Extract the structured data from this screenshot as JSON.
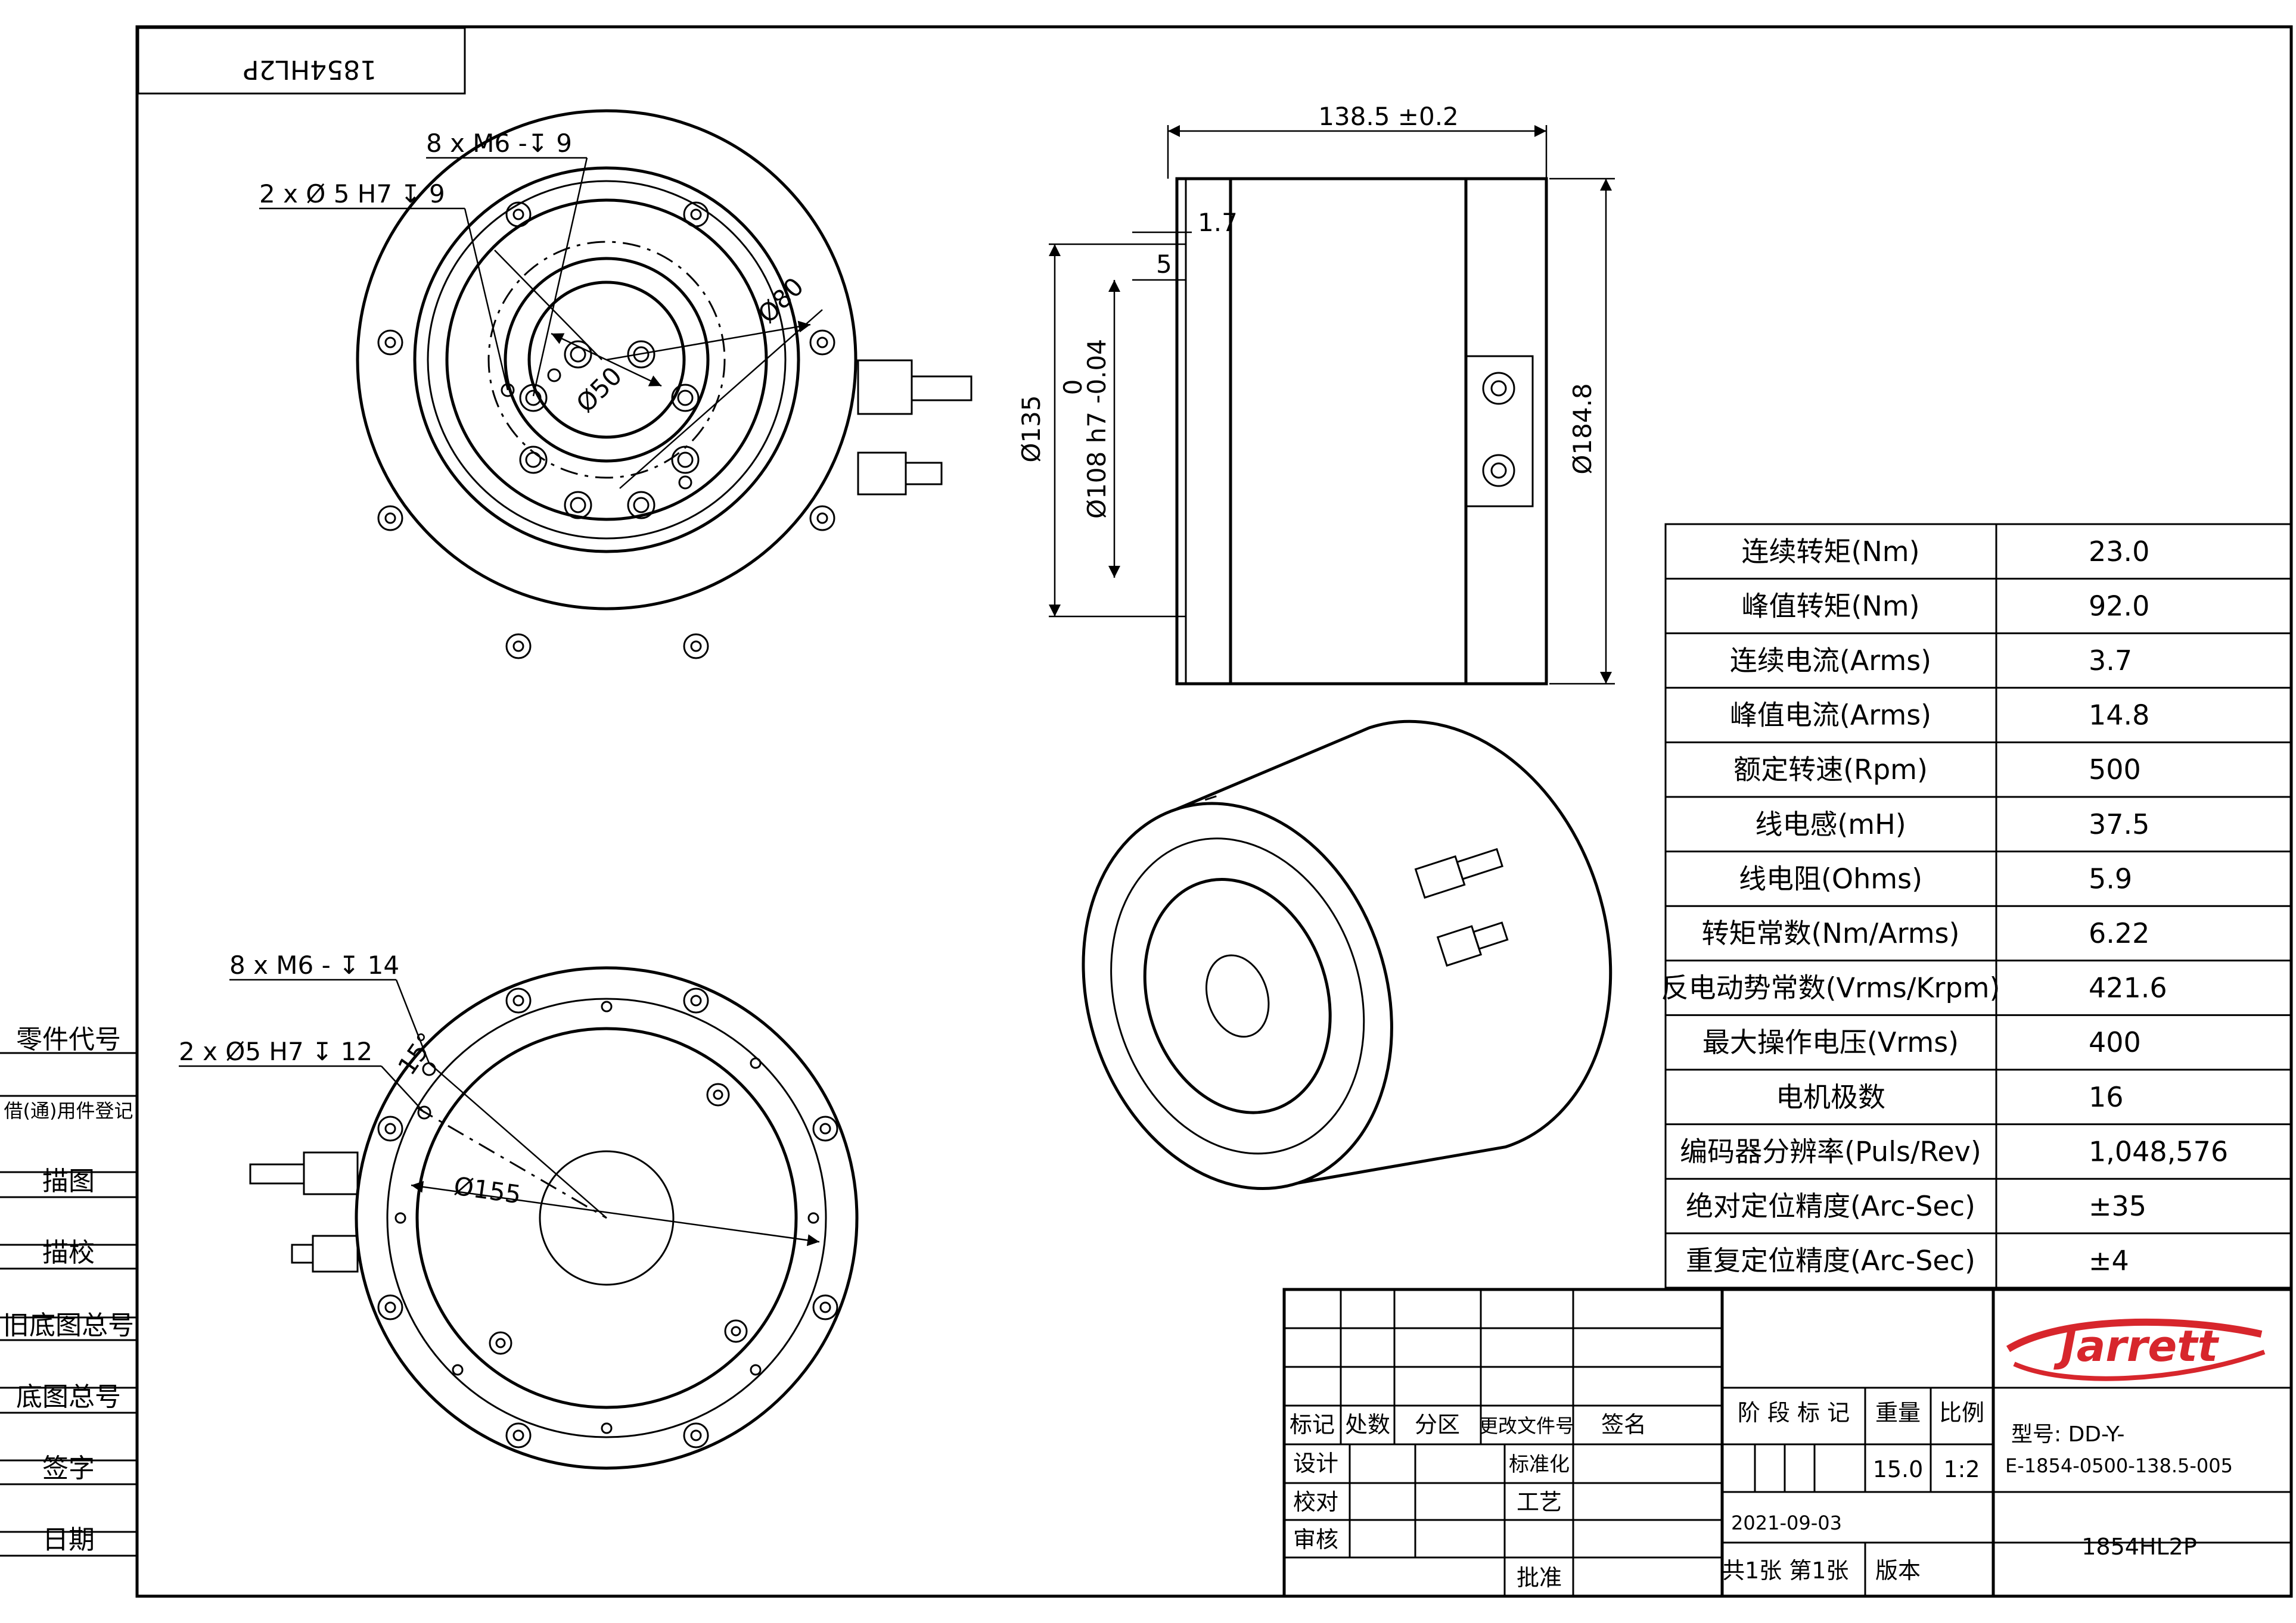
{
  "drawing": {
    "title_block_top_left": "1854HL2P",
    "front_view": {
      "callout_tapped": "8 x  M6 -↧ 9",
      "callout_pin": "2 x  Ø 5 H7  ↧ 9",
      "dia_80": "Ø80",
      "dia_50": "Ø50"
    },
    "side_view": {
      "length": "138.5 ±0.2",
      "step_1": "1.7",
      "step_2": "5",
      "dia_135": "Ø135",
      "tol_upper": "0",
      "dia_108": "Ø108 h7 -0.04",
      "dia_184": "Ø184.8"
    },
    "rear_view": {
      "callout_tapped": "8 x  M6 - ↧ 14",
      "callout_pin": "2 x  Ø5 H7 ↧ 12",
      "angle": "15°",
      "dia_155": "Ø155"
    }
  },
  "left_strip": {
    "items": [
      "零件代号",
      "借(通)用件登记",
      "描图",
      "描校",
      "旧底图总号",
      "底图总号",
      "签字",
      "日期"
    ]
  },
  "specs": {
    "rows": [
      {
        "label": "连续转矩(Nm)",
        "value": "23.0"
      },
      {
        "label": "峰值转矩(Nm)",
        "value": "92.0"
      },
      {
        "label": "连续电流(Arms)",
        "value": "3.7"
      },
      {
        "label": "峰值电流(Arms)",
        "value": "14.8"
      },
      {
        "label": "额定转速(Rpm)",
        "value": "500"
      },
      {
        "label": "线电感(mH)",
        "value": "37.5"
      },
      {
        "label": "线电阻(Ohms)",
        "value": "5.9"
      },
      {
        "label": "转矩常数(Nm/Arms)",
        "value": "6.22"
      },
      {
        "label": "反电动势常数(Vrms/Krpm)",
        "value": "421.6"
      },
      {
        "label": "最大操作电压(Vrms)",
        "value": "400"
      },
      {
        "label": "电机极数",
        "value": "16"
      },
      {
        "label": "编码器分辨率(Puls/Rev)",
        "value": "1,048,576"
      },
      {
        "label": "绝对定位精度(Arc-Sec)",
        "value": "±35"
      },
      {
        "label": "重复定位精度(Arc-Sec)",
        "value": "±4"
      }
    ]
  },
  "title_block": {
    "rev_headers": [
      "标记",
      "处数",
      "分区",
      "更改文件号",
      "签名"
    ],
    "roles": {
      "design": "设计",
      "check": "校对",
      "review": "审核",
      "standard": "标准化",
      "process": "工艺",
      "approve": "批准"
    },
    "stage_label": "阶 段 标 记",
    "weight_label": "重量",
    "scale_label": "比例",
    "weight_value": "15.0",
    "scale_value": "1:2",
    "date": "2021-09-03",
    "sheets": "共1张 第1张",
    "version_label": "版本",
    "logo_text": "Jarrett",
    "model_label": "型号: DD-Y-",
    "model_value": "E-1854-0500-138.5-005",
    "drawing_number": "1854HL2P"
  },
  "colors": {
    "line": "#000000",
    "logo_red": "#d7262c",
    "paper": "#ffffff"
  }
}
